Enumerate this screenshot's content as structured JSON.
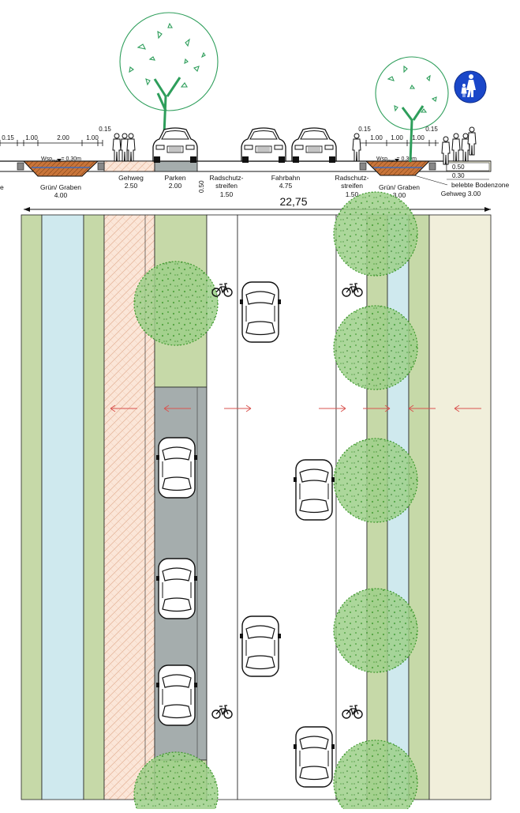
{
  "section": {
    "dims_left": [
      "0.15",
      "1.00",
      "2.00",
      "1.00",
      "0.15"
    ],
    "dims_right": [
      "0.15",
      "1.00",
      "1.00",
      "1.00",
      "0.15"
    ],
    "water_level_left": "Wsp",
    "water_level_sub": "max",
    "water_level_value": "= 0.30m",
    "water_level_right": "Wsp",
    "water_level_right_value": "= 0.30m",
    "soil_depths": [
      "0.50",
      "0.30"
    ],
    "soil_note": "belebte Bodenzone",
    "left_cut_label": "e",
    "curb_dim": "0.50",
    "labels": [
      {
        "name": "Grün/ Graben",
        "value": "4.00"
      },
      {
        "name": "Gehweg",
        "value": "2.50"
      },
      {
        "name": "Parken",
        "value": "2.00"
      },
      {
        "name_l1": "Radschutz-",
        "name_l2": "streifen",
        "value": "1.50"
      },
      {
        "name": "Fahrbahn",
        "value": "4.75"
      },
      {
        "name_l1": "Radschutz-",
        "name_l2": "streifen",
        "value": "1.50"
      },
      {
        "name": "Grün/ Graben",
        "value": "3.00"
      },
      {
        "name": "Gehweg 3.00"
      }
    ],
    "total_width": "22,75"
  },
  "colors": {
    "green_strip": "#c6d9a8",
    "water": "#cfe9ee",
    "paving": "#fbe6d8",
    "paving_line": "#e7b99f",
    "parking": "#a5adad",
    "parking_dark": "#8e9696",
    "sidewalk": "#f1efdb",
    "tree": "#3e9a2d",
    "tree_fill": "#9ed08a",
    "arrow": "#d9534f",
    "sign_blue": "#1a47c9"
  },
  "icons": {
    "sign": "pedestrian-sign-icon",
    "bike": "bicycle-icon",
    "car": "car-icon",
    "tree": "tree-icon"
  }
}
